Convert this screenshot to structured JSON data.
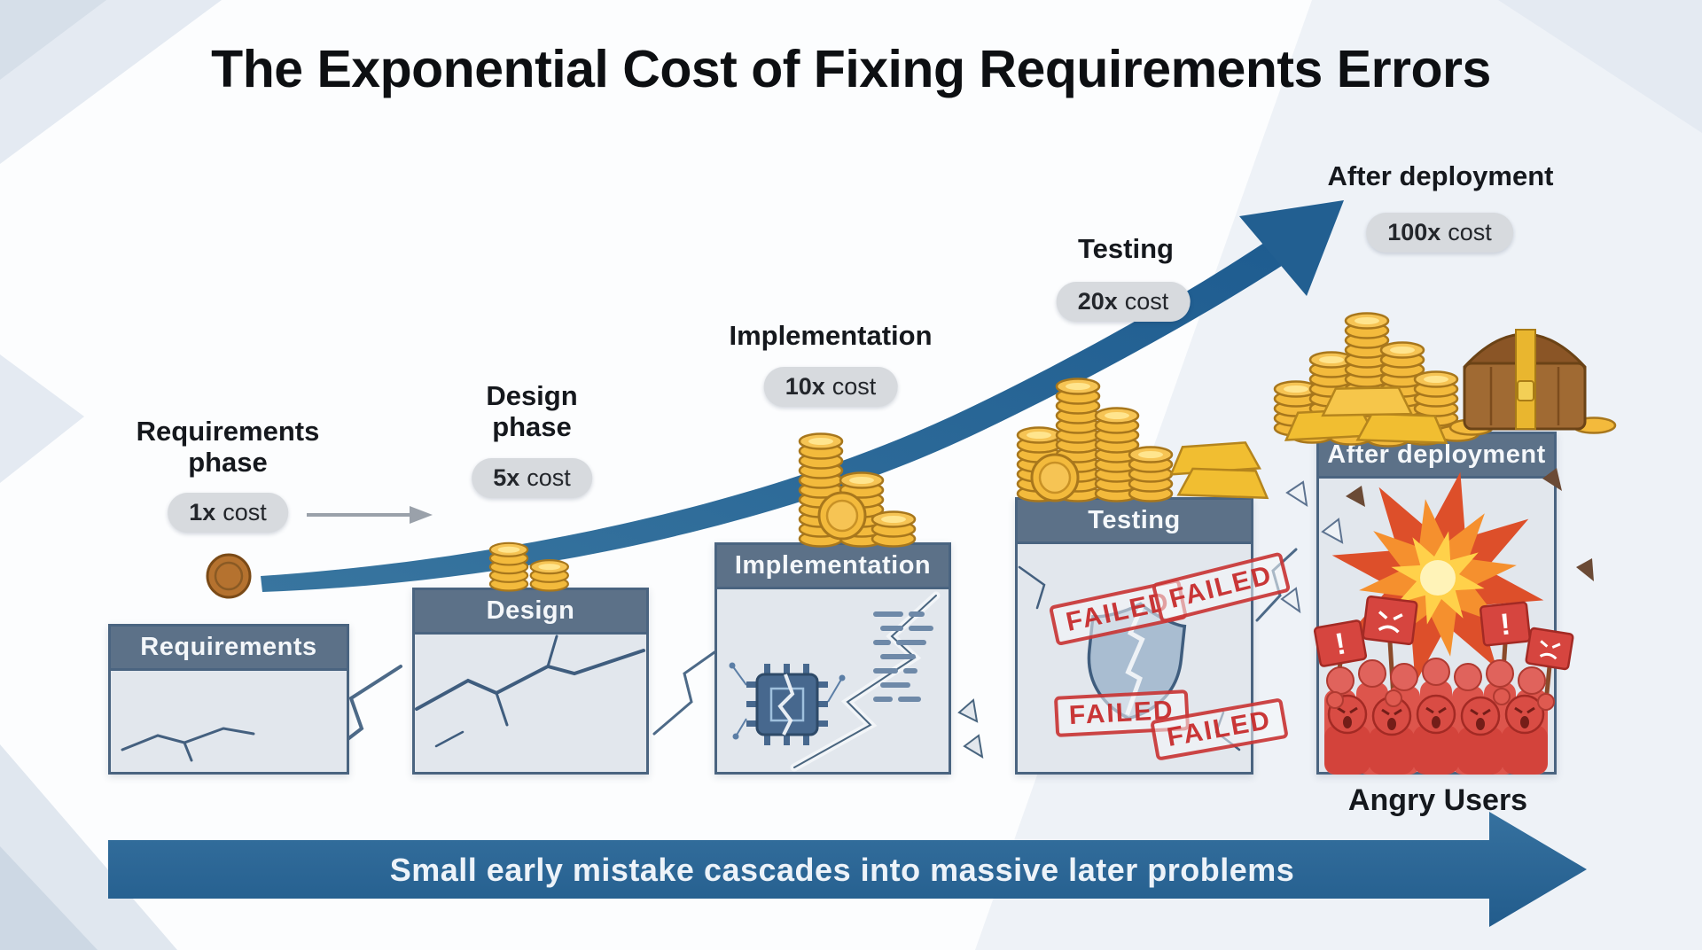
{
  "title": "The Exponential Cost of Fixing Requirements Errors",
  "banner": {
    "text": "Small early mistake cascades into massive later problems"
  },
  "labels": {
    "failed": "FAILED",
    "angry_users": "Angry Users"
  },
  "stages": [
    {
      "name": "Requirements phase",
      "cost_value": "1x",
      "cost_word": "cost",
      "box": "Requirements"
    },
    {
      "name": "Design phase",
      "cost_value": "5x",
      "cost_word": "cost",
      "box": "Design"
    },
    {
      "name": "Implementation",
      "cost_value": "10x",
      "cost_word": "cost",
      "box": "Implementation"
    },
    {
      "name": "Testing",
      "cost_value": "20x",
      "cost_word": "cost",
      "box": "Testing"
    },
    {
      "name": "After deployment",
      "cost_value": "100x",
      "cost_word": "cost",
      "box": "After deployment"
    }
  ],
  "icons": {
    "rising-cost-arrow": "large blue curved arrow rising left to right",
    "step-arrow-icon": "small gray arrow from 1x to design phase",
    "coin-stack-icon": "stacks of gold coins growing per stage",
    "bronze-coin-icon": "single bronze coin at requirements phase",
    "gold-bar-icon": "gold ingots in later stages",
    "treasure-chest-icon": "treasure chest at after-deployment pile",
    "crack-icon": "cracks in phase boxes",
    "chip-icon": "broken microchip in implementation box",
    "code-lines-icon": "code dashes in implementation box",
    "broken-shield-icon": "cracked shield in testing box",
    "failed-stamp": "red FAILED stamps in testing box",
    "explosion-icon": "explosion in after-deployment box",
    "angry-crowd-icon": "crowd of angry red users with protest signs",
    "banner-arrow": "blue arrow banner at bottom"
  },
  "colors": {
    "arrow_blue": "#2b6a9c",
    "header_slate": "#5c7188",
    "box_fill": "#e2e7ed",
    "failed_red": "#c62626",
    "gold": "#f3ba3c",
    "bronze": "#b5722f",
    "crowd_red": "#d94c44",
    "pill_gray": "#d7dade"
  }
}
